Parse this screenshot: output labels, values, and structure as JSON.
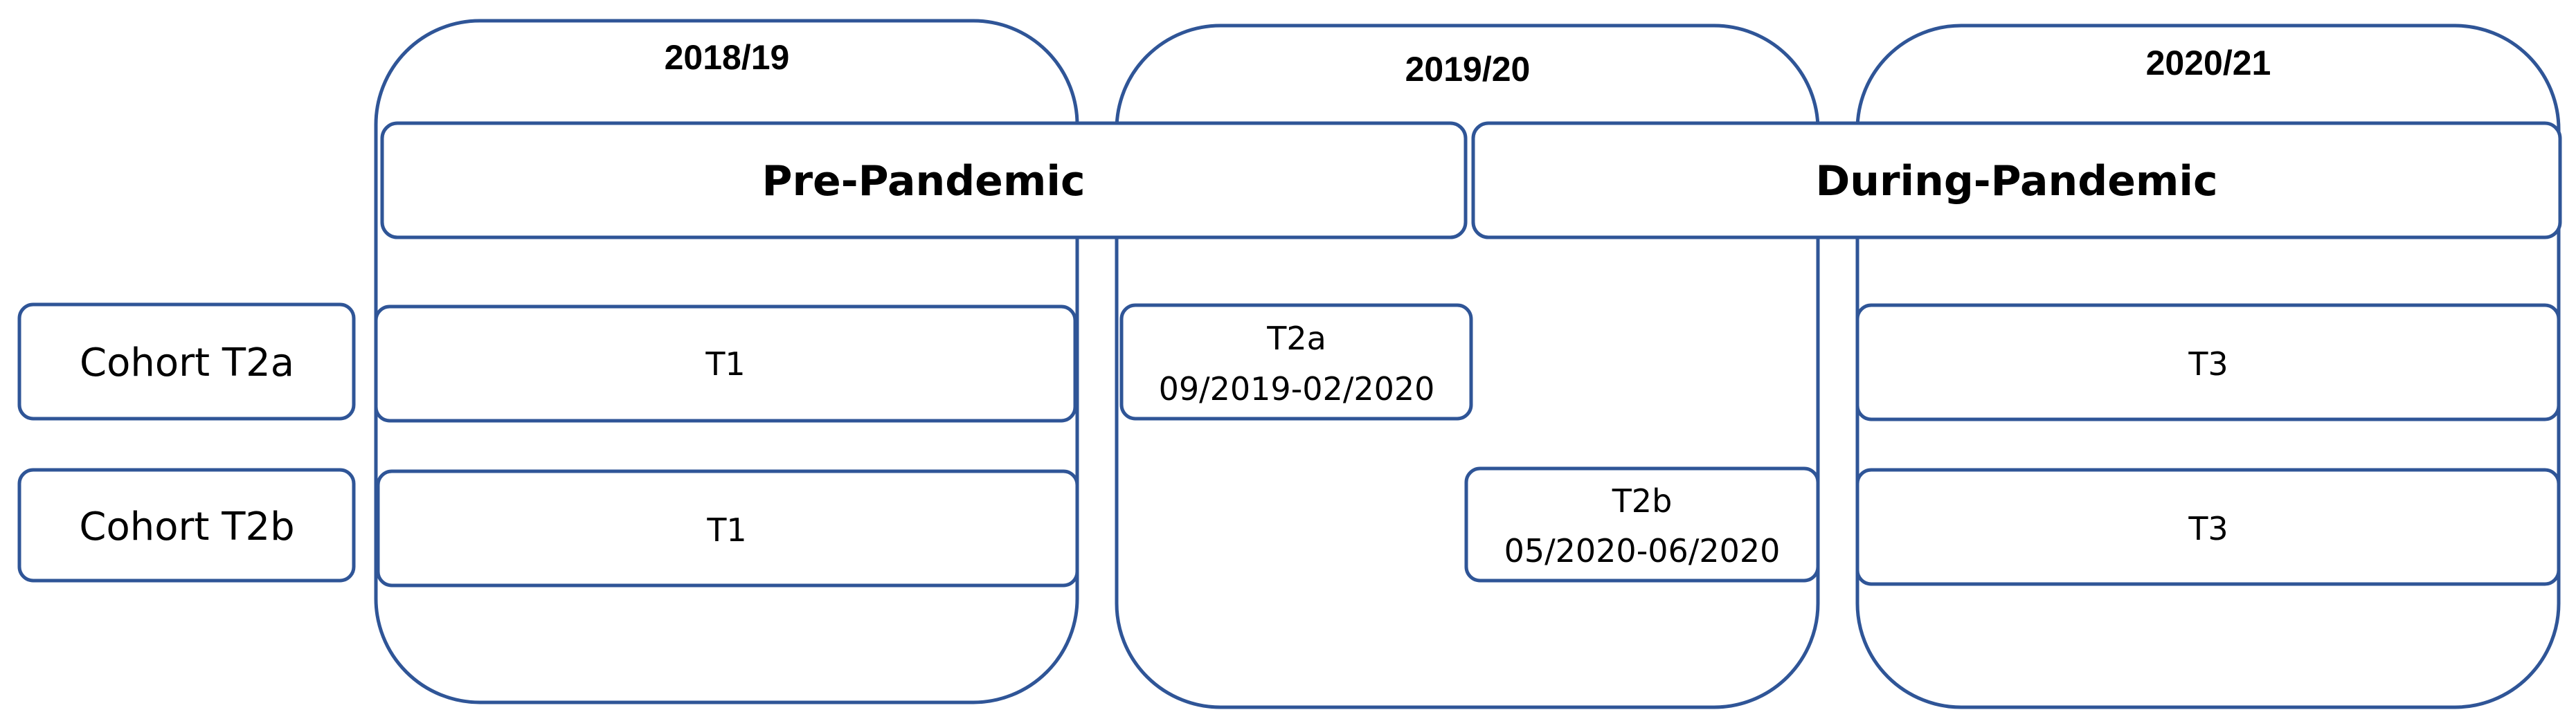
{
  "colors": {
    "border": "#2F5597",
    "fill": "#FFFFFF",
    "text": "#000000"
  },
  "years": [
    "2018/19",
    "2019/20",
    "2020/21"
  ],
  "periods": {
    "pre": "Pre-Pandemic",
    "during": "During-Pandemic"
  },
  "cohorts": [
    "Cohort T2a",
    "Cohort T2b"
  ],
  "cells": {
    "t1_a": "T1",
    "t1_b": "T1",
    "t2a_label": "T2a",
    "t2a_dates": "09/2019-02/2020",
    "t2b_label": "T2b",
    "t2b_dates": "05/2020-06/2020",
    "t3_a": "T3",
    "t3_b": "T3"
  }
}
